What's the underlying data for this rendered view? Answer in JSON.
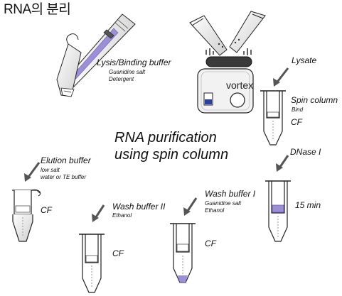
{
  "title": "RNA의 분리",
  "center_title": {
    "line1": "RNA purification",
    "line2": "using spin column"
  },
  "vortex_label": "vortex",
  "steps": {
    "lysis": {
      "label": "Lysis/Binding buffer",
      "sub1": "Guanidine salt",
      "sub2": "Detergent"
    },
    "lysate": {
      "label": "Lysate"
    },
    "spin_column": {
      "label": "Spin column",
      "sub": "Bind",
      "cf": "CF"
    },
    "dnase": {
      "label": "DNase I",
      "time": "15 min"
    },
    "wash1": {
      "label": "Wash buffer I",
      "sub1": "Guanidine salt",
      "sub2": "Ethanol",
      "cf": "CF"
    },
    "wash2": {
      "label": "Wash buffer II",
      "sub": "Ethanol",
      "cf": "CF"
    },
    "elution": {
      "label": "Elution buffer",
      "sub1": "low salt",
      "sub2": "water or TE buffer",
      "cf": "CF"
    }
  },
  "colors": {
    "stroke": "#222222",
    "liquid": "#9d8fd6",
    "knob": "#2a3f9e",
    "pad": "#3a3a3a",
    "arrow": "#555555"
  }
}
